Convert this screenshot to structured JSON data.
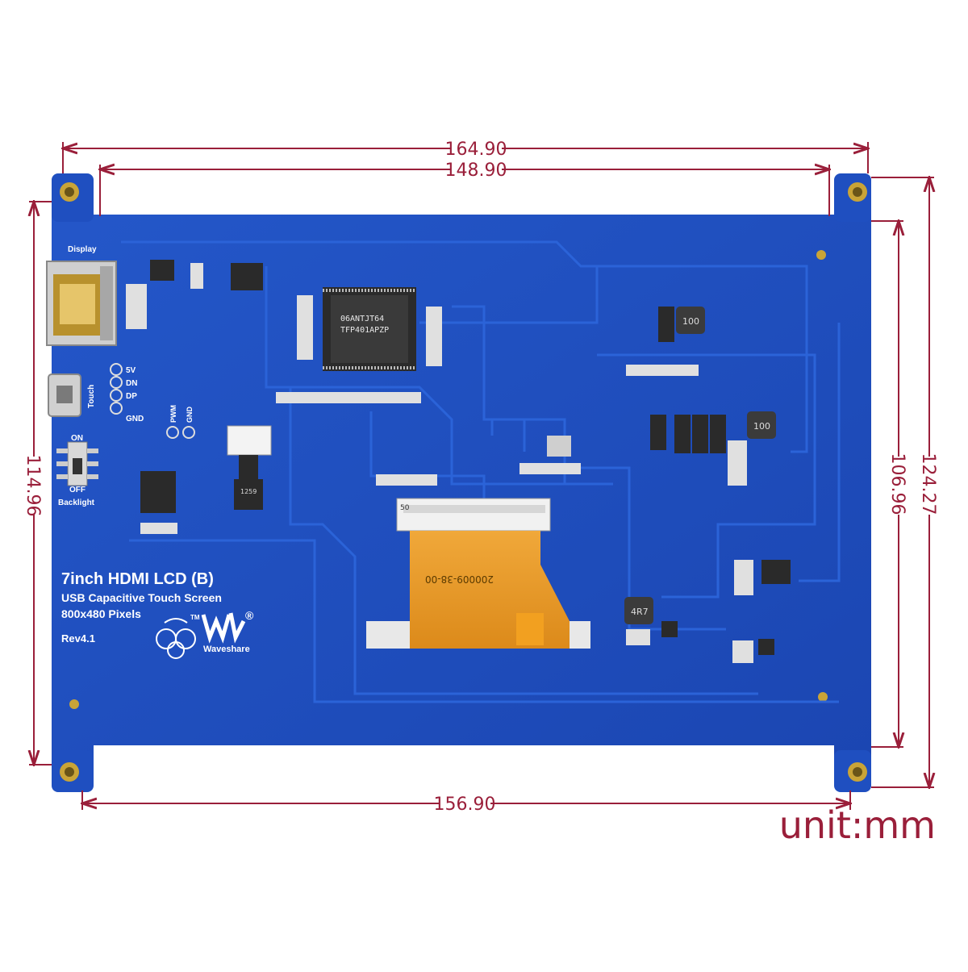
{
  "dimensions": {
    "top_outer": "164.90",
    "top_inner": "148.90",
    "bottom": "156.90",
    "left": "114.96",
    "right_inner": "106.96",
    "right_outer": "124.27",
    "unit_label": "unit:mm"
  },
  "board": {
    "title": "7inch HDMI LCD (B)",
    "subtitle": "USB Capacitive Touch Screen",
    "resolution": "800x480 Pixels",
    "revision": "Rev4.1",
    "brand": "Waveshare",
    "tm": "TM",
    "registered": "®",
    "display_label": "Display",
    "touch_label": "Touch",
    "backlight_label": "Backlight",
    "on_label": "ON",
    "off_label": "OFF",
    "pins": [
      "5V",
      "DN",
      "DP",
      "GND"
    ],
    "pwm_label": "PWM",
    "gnd_label": "GND",
    "chip_line1": "06ANTJT64",
    "chip_line2": "TFP401APZP",
    "ffc_label": "50",
    "fpc_code": "200009-38-00",
    "inductor1": "100",
    "inductor2": "100",
    "inductor3": "4R7",
    "cable_label": "1259"
  },
  "colors": {
    "board": "#1f4fc0",
    "dimension": "#9a1f3a",
    "fpc": "#e39422"
  }
}
